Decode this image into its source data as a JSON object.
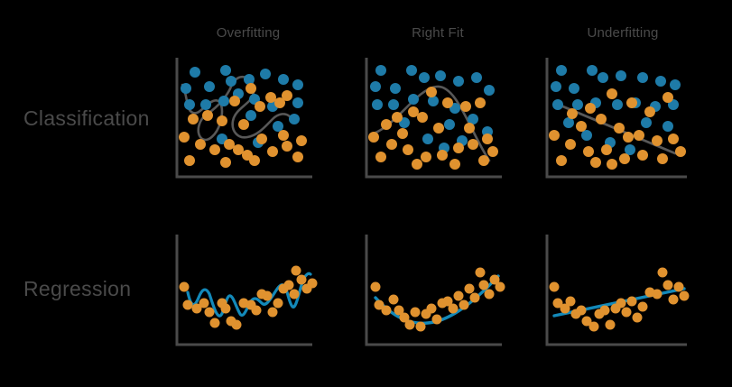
{
  "figure": {
    "background": "#000000",
    "text_color": "#4a4a4a",
    "axis_color": "#4a4a4a",
    "boundary_color": "#585858",
    "class_a_color": "#1e7ba8",
    "class_b_color": "#e0922f",
    "regression_line_color": "#1389b9"
  },
  "column_titles": [
    {
      "id": "overfitting",
      "label": "Overfitting"
    },
    {
      "id": "right-fit",
      "label": "Right Fit"
    },
    {
      "id": "underfitting",
      "label": "Underfitting"
    }
  ],
  "row_labels": [
    {
      "id": "classification",
      "label": "Classification"
    },
    {
      "id": "regression",
      "label": "Regression"
    }
  ],
  "chart_data": [
    {
      "id": "classification-overfitting",
      "type": "scatter",
      "title": "Overfitting",
      "row": "Classification",
      "xlabel": "",
      "ylabel": "",
      "grid": false,
      "legend": false,
      "xlim": [
        0,
        100
      ],
      "ylim": [
        0,
        100
      ],
      "series": [
        {
          "name": "Class A",
          "color": "#1e7ba8",
          "points": [
            [
              12,
              88
            ],
            [
              33,
              90
            ],
            [
              7,
              70
            ],
            [
              24,
              68
            ],
            [
              40,
              78
            ],
            [
              52,
              82
            ],
            [
              60,
              90
            ],
            [
              74,
              86
            ],
            [
              86,
              80
            ],
            [
              9,
              52
            ],
            [
              22,
              50
            ],
            [
              36,
              54
            ],
            [
              46,
              62
            ],
            [
              58,
              58
            ],
            [
              70,
              50
            ],
            [
              44,
              40
            ],
            [
              66,
              34
            ],
            [
              80,
              44
            ],
            [
              26,
              26
            ],
            [
              50,
              22
            ],
            [
              62,
              16
            ],
            [
              18,
              36
            ],
            [
              90,
              62
            ]
          ]
        },
        {
          "name": "Class B",
          "color": "#e0922f",
          "points": [
            [
              29,
              46
            ],
            [
              42,
              66
            ],
            [
              56,
              46
            ],
            [
              64,
              62
            ],
            [
              72,
              56
            ],
            [
              10,
              36
            ],
            [
              20,
              42
            ],
            [
              34,
              34
            ],
            [
              48,
              30
            ],
            [
              6,
              22
            ],
            [
              16,
              16
            ],
            [
              26,
              12
            ],
            [
              38,
              18
            ],
            [
              50,
              8
            ],
            [
              60,
              24
            ],
            [
              70,
              12
            ],
            [
              82,
              18
            ],
            [
              92,
              26
            ],
            [
              88,
              8
            ],
            [
              78,
              30
            ],
            [
              54,
              6
            ],
            [
              30,
              4
            ],
            [
              14,
              6
            ],
            [
              44,
              12
            ],
            [
              76,
              68
            ]
          ]
        }
      ],
      "fit_curve": {
        "name": "decision boundary",
        "shape": "highly-wiggly-closed-loops",
        "color": "#585858",
        "complexity": "very high"
      }
    },
    {
      "id": "classification-right-fit",
      "type": "scatter",
      "title": "Right Fit",
      "row": "Classification",
      "xlabel": "",
      "ylabel": "",
      "grid": false,
      "legend": false,
      "xlim": [
        0,
        100
      ],
      "ylim": [
        0,
        100
      ],
      "series": [
        {
          "name": "Class A",
          "color": "#1e7ba8",
          "points": [
            [
              10,
              90
            ],
            [
              32,
              90
            ],
            [
              6,
              74
            ],
            [
              22,
              72
            ],
            [
              42,
              80
            ],
            [
              54,
              84
            ],
            [
              68,
              78
            ],
            [
              82,
              82
            ],
            [
              90,
              70
            ],
            [
              8,
              58
            ],
            [
              20,
              58
            ],
            [
              36,
              62
            ],
            [
              50,
              60
            ],
            [
              66,
              54
            ],
            [
              78,
              46
            ],
            [
              88,
              36
            ],
            [
              44,
              30
            ],
            [
              56,
              22
            ],
            [
              70,
              28
            ],
            [
              28,
              42
            ],
            [
              62,
              40
            ]
          ]
        },
        {
          "name": "Class B",
          "color": "#e0922f",
          "points": [
            [
              48,
              68
            ],
            [
              60,
              58
            ],
            [
              72,
              54
            ],
            [
              82,
              58
            ],
            [
              34,
              50
            ],
            [
              22,
              44
            ],
            [
              14,
              38
            ],
            [
              40,
              44
            ],
            [
              52,
              36
            ],
            [
              6,
              28
            ],
            [
              18,
              22
            ],
            [
              30,
              18
            ],
            [
              44,
              12
            ],
            [
              56,
              14
            ],
            [
              68,
              20
            ],
            [
              78,
              24
            ],
            [
              88,
              28
            ],
            [
              84,
              10
            ],
            [
              64,
              6
            ],
            [
              36,
              6
            ],
            [
              12,
              10
            ],
            [
              26,
              32
            ],
            [
              74,
              36
            ],
            [
              92,
              20
            ]
          ]
        }
      ],
      "fit_curve": {
        "name": "decision boundary",
        "shape": "smooth-parabola-downward",
        "color": "#585858",
        "complexity": "appropriate"
      }
    },
    {
      "id": "classification-underfitting",
      "type": "scatter",
      "title": "Underfitting",
      "row": "Classification",
      "xlabel": "",
      "ylabel": "",
      "grid": false,
      "legend": false,
      "xlim": [
        0,
        100
      ],
      "ylim": [
        0,
        100
      ],
      "series": [
        {
          "name": "Class A",
          "color": "#1e7ba8",
          "points": [
            [
              10,
              90
            ],
            [
              32,
              90
            ],
            [
              6,
              74
            ],
            [
              20,
              72
            ],
            [
              40,
              80
            ],
            [
              52,
              82
            ],
            [
              68,
              80
            ],
            [
              80,
              76
            ],
            [
              90,
              72
            ],
            [
              8,
              58
            ],
            [
              22,
              58
            ],
            [
              36,
              60
            ],
            [
              50,
              58
            ],
            [
              62,
              60
            ],
            [
              76,
              56
            ],
            [
              88,
              58
            ],
            [
              70,
              44
            ],
            [
              84,
              42
            ],
            [
              28,
              32
            ],
            [
              44,
              26
            ],
            [
              58,
              20
            ],
            [
              16,
              44
            ]
          ]
        },
        {
          "name": "Class B",
          "color": "#e0922f",
          "points": [
            [
              46,
              66
            ],
            [
              60,
              58
            ],
            [
              72,
              50
            ],
            [
              84,
              62
            ],
            [
              30,
              54
            ],
            [
              18,
              48
            ],
            [
              24,
              38
            ],
            [
              38,
              44
            ],
            [
              50,
              36
            ],
            [
              6,
              30
            ],
            [
              16,
              22
            ],
            [
              28,
              16
            ],
            [
              40,
              18
            ],
            [
              52,
              10
            ],
            [
              64,
              14
            ],
            [
              74,
              26
            ],
            [
              86,
              28
            ],
            [
              92,
              18
            ],
            [
              80,
              10
            ],
            [
              66,
              30
            ],
            [
              34,
              8
            ],
            [
              12,
              8
            ],
            [
              56,
              30
            ],
            [
              44,
              6
            ]
          ]
        }
      ],
      "fit_curve": {
        "name": "decision boundary",
        "shape": "straight-line-negative-slope",
        "color": "#585858",
        "complexity": "too low"
      }
    },
    {
      "id": "regression-overfitting",
      "type": "scatter",
      "title": "Overfitting",
      "row": "Regression",
      "xlabel": "",
      "ylabel": "",
      "grid": false,
      "legend": false,
      "xlim": [
        0,
        100
      ],
      "ylim": [
        0,
        100
      ],
      "series": [
        {
          "name": "Observations",
          "color": "#e0922f",
          "points": [
            [
              4,
              48
            ],
            [
              6,
              30
            ],
            [
              13,
              26
            ],
            [
              18,
              32
            ],
            [
              22,
              22
            ],
            [
              26,
              12
            ],
            [
              31,
              32
            ],
            [
              34,
              26
            ],
            [
              38,
              14
            ],
            [
              42,
              10
            ],
            [
              47,
              30
            ],
            [
              52,
              28
            ],
            [
              56,
              24
            ],
            [
              60,
              38
            ],
            [
              64,
              36
            ],
            [
              68,
              20
            ],
            [
              72,
              28
            ],
            [
              76,
              42
            ],
            [
              80,
              46
            ],
            [
              84,
              38
            ],
            [
              86,
              62
            ],
            [
              90,
              52
            ],
            [
              94,
              44
            ],
            [
              97,
              48
            ]
          ]
        }
      ],
      "fit_curve": {
        "name": "regression fit",
        "shape": "high-frequency-oscillating",
        "color": "#1389b9",
        "complexity": "very high"
      }
    },
    {
      "id": "regression-right-fit",
      "type": "scatter",
      "title": "Right Fit",
      "row": "Regression",
      "xlabel": "",
      "ylabel": "",
      "grid": false,
      "legend": false,
      "xlim": [
        0,
        100
      ],
      "ylim": [
        0,
        100
      ],
      "series": [
        {
          "name": "Observations",
          "color": "#e0922f",
          "points": [
            [
              6,
              48
            ],
            [
              8,
              32
            ],
            [
              12,
              26
            ],
            [
              18,
              36
            ],
            [
              22,
              26
            ],
            [
              26,
              20
            ],
            [
              30,
              14
            ],
            [
              34,
              24
            ],
            [
              38,
              12
            ],
            [
              42,
              22
            ],
            [
              46,
              28
            ],
            [
              50,
              18
            ],
            [
              54,
              32
            ],
            [
              58,
              34
            ],
            [
              62,
              26
            ],
            [
              66,
              38
            ],
            [
              70,
              30
            ],
            [
              74,
              44
            ],
            [
              78,
              36
            ],
            [
              82,
              58
            ],
            [
              84,
              48
            ],
            [
              88,
              40
            ],
            [
              92,
              52
            ],
            [
              96,
              46
            ]
          ]
        }
      ],
      "fit_curve": {
        "name": "regression fit",
        "shape": "smooth-parabola-upward",
        "color": "#1389b9",
        "complexity": "appropriate"
      }
    },
    {
      "id": "regression-underfitting",
      "type": "scatter",
      "title": "Underfitting",
      "row": "Regression",
      "xlabel": "",
      "ylabel": "",
      "grid": false,
      "legend": false,
      "xlim": [
        0,
        100
      ],
      "ylim": [
        0,
        100
      ],
      "series": [
        {
          "name": "Observations",
          "color": "#e0922f",
          "points": [
            [
              4,
              48
            ],
            [
              6,
              32
            ],
            [
              11,
              26
            ],
            [
              15,
              34
            ],
            [
              18,
              22
            ],
            [
              22,
              26
            ],
            [
              26,
              14
            ],
            [
              31,
              10
            ],
            [
              34,
              22
            ],
            [
              38,
              26
            ],
            [
              42,
              12
            ],
            [
              46,
              28
            ],
            [
              50,
              32
            ],
            [
              54,
              24
            ],
            [
              58,
              34
            ],
            [
              62,
              18
            ],
            [
              66,
              28
            ],
            [
              70,
              40
            ],
            [
              74,
              38
            ],
            [
              78,
              58
            ],
            [
              82,
              46
            ],
            [
              86,
              34
            ],
            [
              90,
              44
            ],
            [
              95,
              28
            ],
            [
              97,
              36
            ]
          ]
        }
      ],
      "fit_curve": {
        "name": "regression fit",
        "shape": "straight-line-positive-slope",
        "color": "#1389b9",
        "complexity": "too low"
      }
    }
  ]
}
